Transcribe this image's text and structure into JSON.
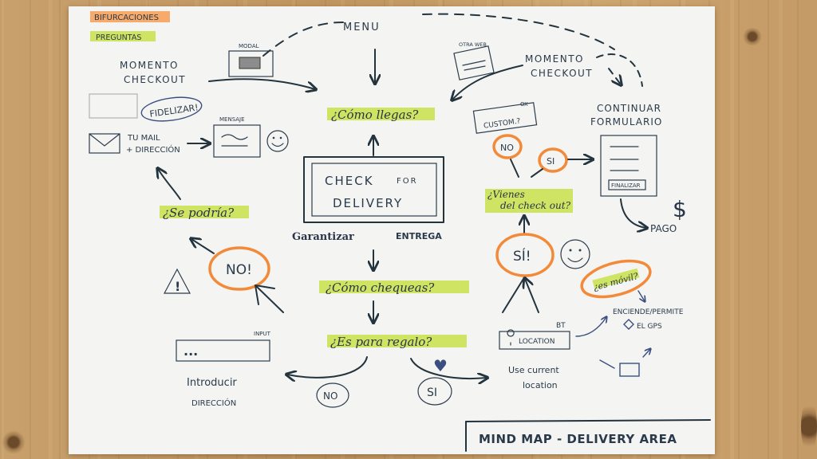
{
  "legend": {
    "bifurcaciones": "BIFURCACIONES",
    "preguntas": "PREGUNTAS",
    "bifurcaciones_color": "#f7a25a",
    "preguntas_color": "#c8e04a"
  },
  "top": {
    "menu": "MENU",
    "modal": "MODAL",
    "momento_checkout_left_1": "MOMENTO",
    "momento_checkout_left_2": "CHECKOUT",
    "otra_web": "OTRA WEB",
    "momento_checkout_right_1": "MOMENTO",
    "momento_checkout_right_2": "CHECKOUT"
  },
  "center": {
    "como_llegas": "¿Cómo llegas?",
    "check_for_delivery_1": "CHECK",
    "check_for_delivery_for": "FOR",
    "check_for_delivery_2": "DELIVERY",
    "garantizar": "Garantizar",
    "entrega": "ENTREGA",
    "como_chequeas": "¿Cómo chequeas?",
    "es_para_regalo": "¿Es para regalo?",
    "no": "NO",
    "si": "SI"
  },
  "left": {
    "fidelizar": "FIDELIZAR!",
    "mensaje": "MENSAJE",
    "tu_mail_1": "TU MAIL",
    "tu_mail_2": "+ DIRECCIÓN",
    "se_podria": "¿Se podría?",
    "no_excl": "NO!",
    "input": "INPUT",
    "input_dots": "...",
    "introducir_1": "Introducir",
    "introducir_2": "DIRECCIÓN"
  },
  "right": {
    "custom": "CUSTOM.?",
    "ox": "OX",
    "no": "NO",
    "si": "SI",
    "continuar_1": "CONTINUAR",
    "continuar_2": "FORMULARIO",
    "finalizar": "FINALIZAR",
    "vienes_1": "¿Vienes",
    "vienes_2": "del check out?",
    "dollar": "$",
    "pago": "PAGO",
    "si_big": "SÍ!",
    "es_movil": "¿es móvil?",
    "bt": "BT",
    "location": "LOCATION",
    "use_current_1": "Use current",
    "use_current_2": "location",
    "enciende_1": "ENCIENDE/PERMITE",
    "enciende_2": "EL GPS"
  },
  "footer": {
    "title": "MIND MAP - DELIVERY AREA"
  }
}
